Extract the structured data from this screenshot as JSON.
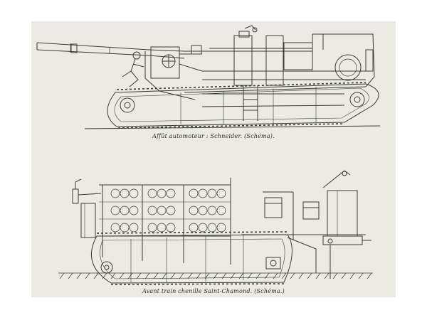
{
  "plate": {
    "figures": [
      {
        "caption": "Affût automoteur : Schneider. (Schéma).",
        "subject": "self-propelled gun drawing"
      },
      {
        "caption": "Avant train chenille Saint-Chamond. (Schéma.)",
        "subject": "tracked carriage drawing"
      }
    ]
  }
}
